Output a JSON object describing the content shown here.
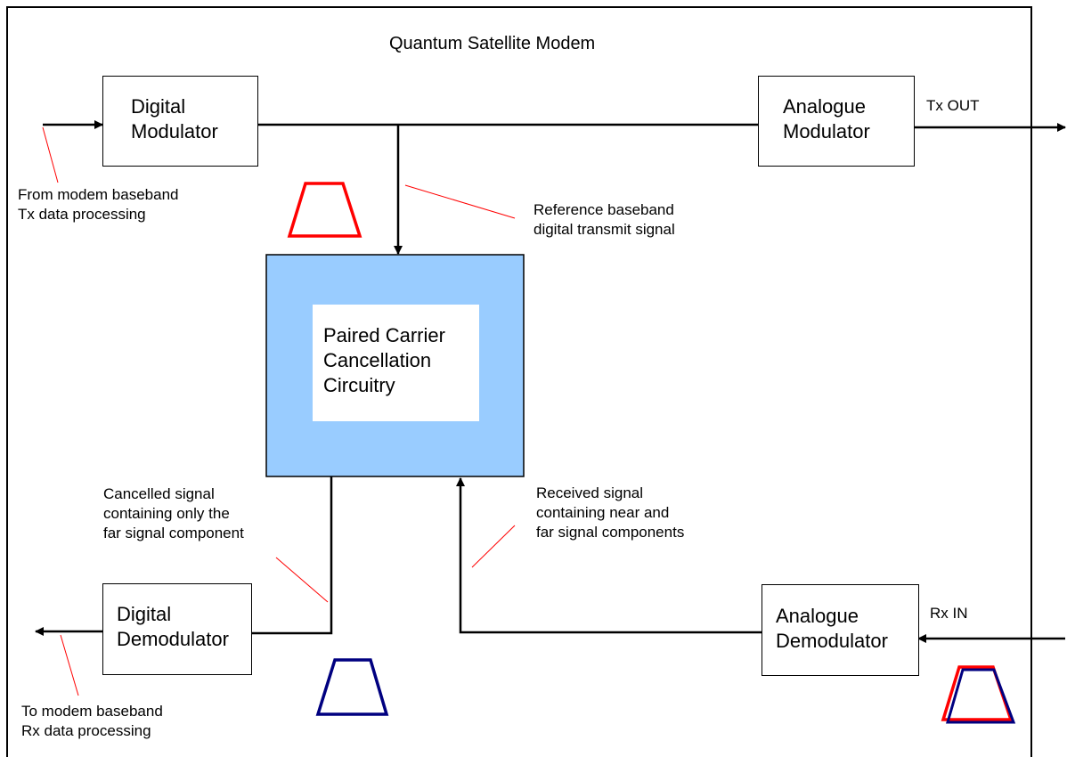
{
  "title": "Quantum Satellite Modem",
  "blocks": {
    "digital_modulator": [
      "Digital",
      "Modulator"
    ],
    "analogue_modulator": [
      "Analogue",
      "Modulator"
    ],
    "canceller": [
      "Paired Carrier",
      "Cancellation",
      "Circuitry"
    ],
    "digital_demodulator": [
      "Digital",
      "Demodulator"
    ],
    "analogue_demodulator": [
      "Analogue",
      "Demodulator"
    ]
  },
  "ports": {
    "tx_out": "Tx OUT",
    "rx_in": "Rx IN"
  },
  "annotations": {
    "tx_source": [
      "From modem baseband",
      "Tx data processing"
    ],
    "reference": [
      "Reference baseband",
      "digital transmit signal"
    ],
    "cancelled": [
      "Cancelled signal",
      "containing only the",
      "far signal component"
    ],
    "received": [
      "Received signal",
      "containing near and",
      "far signal components"
    ],
    "rx_sink": [
      "To modem baseband",
      "Rx data processing"
    ]
  },
  "colors": {
    "canceller_fill": "#99ccff",
    "leader_line": "#ff0000",
    "near_signal": "#ff0000",
    "far_signal": "#000080"
  }
}
